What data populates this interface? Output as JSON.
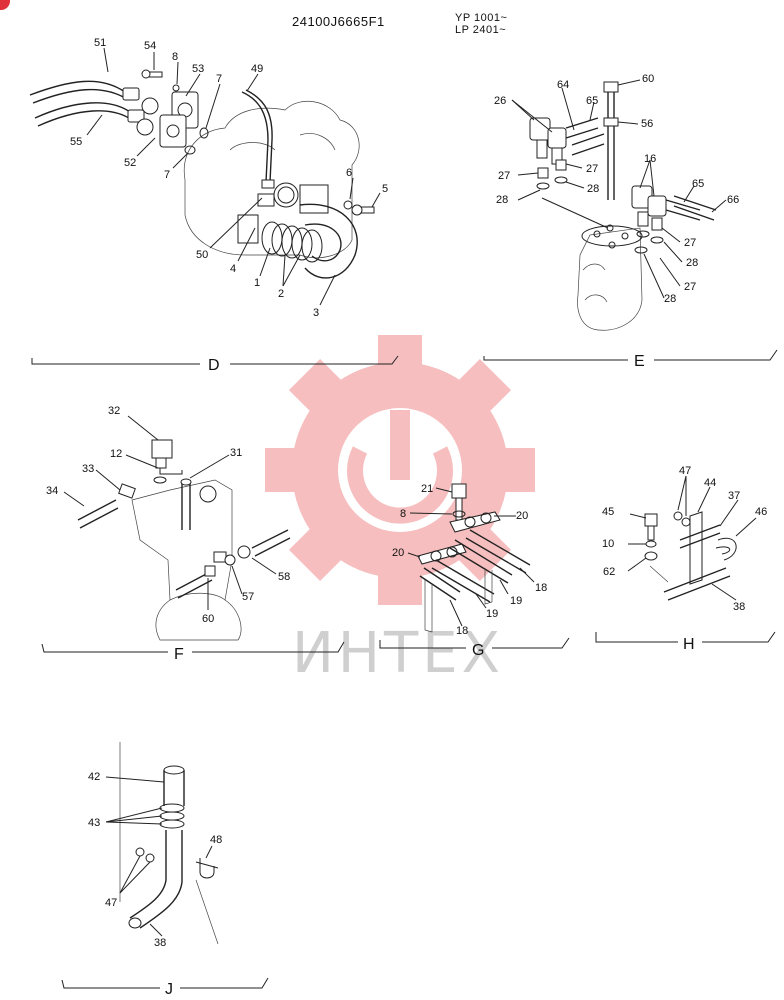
{
  "header": {
    "code": "24100J6665F1",
    "serial_1": "YP 1001~",
    "serial_2": "LP 2401~"
  },
  "watermark": {
    "text": "ИНТЕХ",
    "color": "#f2b5b5"
  },
  "sections": {
    "D": "D",
    "E": "E",
    "F": "F",
    "G": "G",
    "H": "H",
    "J": "J"
  },
  "labels": {
    "d51": "51",
    "d54": "54",
    "d8": "8",
    "d53": "53",
    "d7a": "7",
    "d49": "49",
    "d55": "55",
    "d52": "52",
    "d7b": "7",
    "d6": "6",
    "d5": "5",
    "d50": "50",
    "d4": "4",
    "d1": "1",
    "d2": "2",
    "d3": "3",
    "e60": "60",
    "e26": "26",
    "e64": "64",
    "e65a": "65",
    "e56": "56",
    "e27a": "27",
    "e27b": "27",
    "e28a": "28",
    "e28b": "28",
    "e16": "16",
    "e65b": "65",
    "e66": "66",
    "e27c": "27",
    "e28c": "28",
    "e27d": "27",
    "e28d": "28",
    "f32": "32",
    "f12": "12",
    "f31": "31",
    "f33": "33",
    "f34": "34",
    "f58": "58",
    "f57": "57",
    "f60": "60",
    "g21": "21",
    "g8": "8",
    "g20a": "20",
    "g20b": "20",
    "g18a": "18",
    "g19a": "19",
    "g19b": "19",
    "g18b": "18",
    "h47": "47",
    "h44": "44",
    "h37": "37",
    "h45": "45",
    "h46": "46",
    "h10": "10",
    "h62": "62",
    "h38": "38",
    "j42": "42",
    "j43": "43",
    "j48": "48",
    "j47": "47",
    "j38": "38"
  }
}
